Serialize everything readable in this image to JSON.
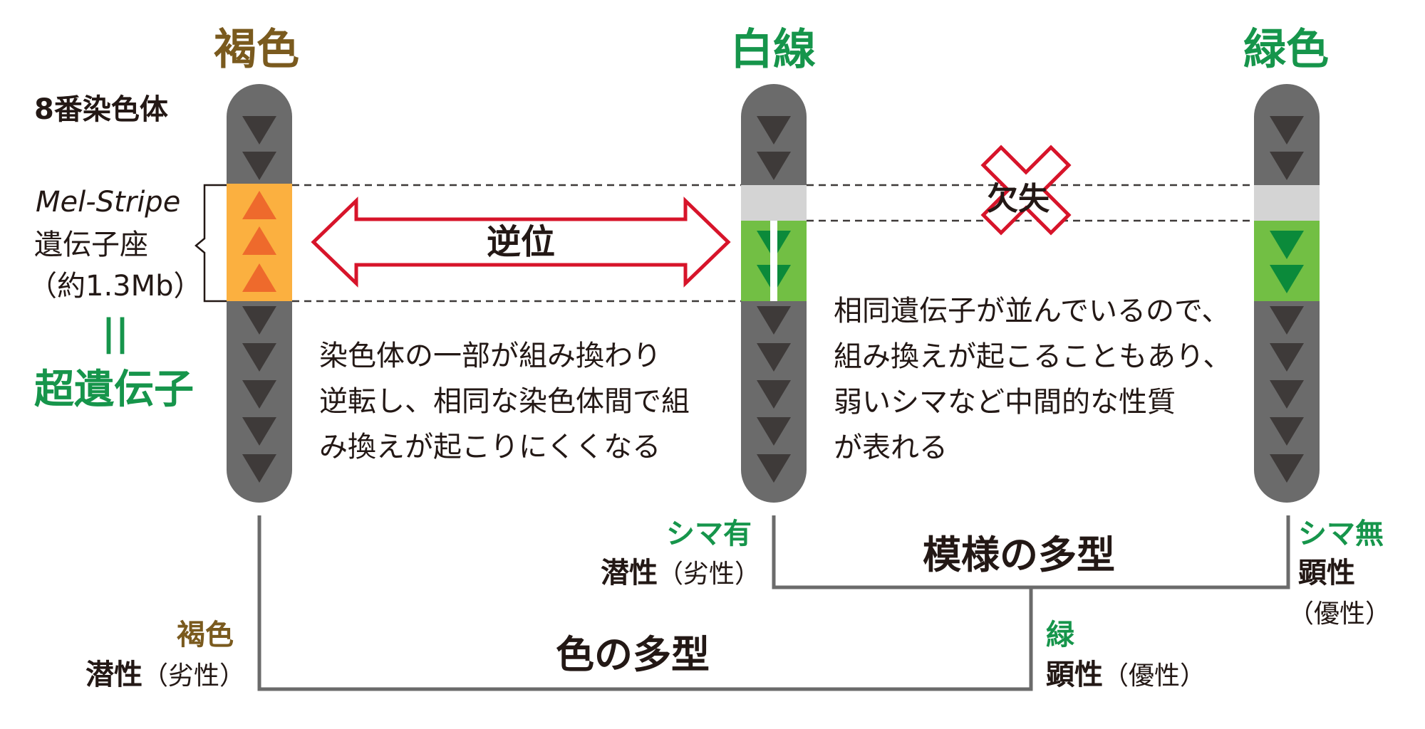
{
  "headings": {
    "brown": "褐色",
    "white_line": "白線",
    "green": "緑色"
  },
  "chromosome_label": "8番染色体",
  "locus": {
    "name": "Mel-Stripe",
    "line2": "遺伝子座",
    "line3": "（約1.3Mb）",
    "equals": "||",
    "super_gene": "超遺伝子"
  },
  "inversion_label": "逆位",
  "deletion_label": "欠失",
  "inversion_desc": [
    "染色体の一部が組み換わり",
    "逆転し、相同な染色体間で組",
    "み換えが起こりにくくなる"
  ],
  "recomb_desc": [
    "相同遺伝子が並んでいるので、",
    "組み換えが起こることもあり、",
    "弱いシマなど中間的な性質",
    "が表れる"
  ],
  "pattern": {
    "title": "模様の多型",
    "left": {
      "trait": "シマ有",
      "type": "潜性",
      "paren": "（劣性）"
    },
    "right": {
      "trait": "シマ無",
      "type": "顕性",
      "paren": "（優性）"
    }
  },
  "color": {
    "title": "色の多型",
    "left": {
      "trait": "褐色",
      "type": "潜性",
      "paren": "（劣性）"
    },
    "right": {
      "trait": "緑",
      "type": "顕性",
      "paren": "（優性）"
    }
  },
  "colors": {
    "chromosome": "#6b6b6b",
    "down_triangle": "#3e3a39",
    "orange_band": "#fbb040",
    "up_triangle": "#ee6a2c",
    "green_band": "#72bf44",
    "green_triangle": "#0b8a3a",
    "grey_band": "#d4d4d4",
    "arrow_red": "#d7142a",
    "brown_text": "#7a5a1e",
    "green_text": "#16954b"
  }
}
